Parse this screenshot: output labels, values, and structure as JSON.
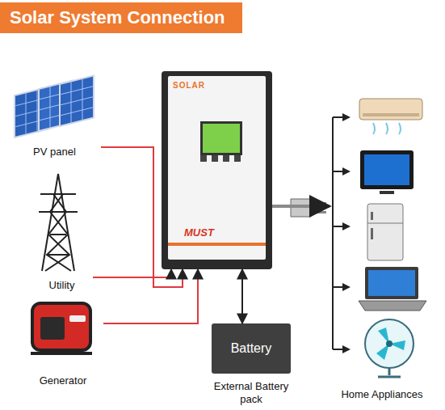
{
  "diagram": {
    "title": "Solar System Connection",
    "nodes": [
      {
        "text": [
          "PV panel"
        ]
      },
      {
        "text": [
          "Utility"
        ]
      },
      {
        "text": [
          "Generator"
        ]
      },
      {
        "text": [
          "SOLAR",
          "MUST"
        ]
      },
      {
        "text": [
          "Battery",
          "External Battery pack"
        ]
      },
      {
        "text": [
          "Home Appliances"
        ]
      }
    ],
    "edges": [
      {
        "from": 0,
        "to": 3,
        "arrow": "to"
      },
      {
        "from": 1,
        "to": 3,
        "arrow": "to"
      },
      {
        "from": 2,
        "to": 3,
        "arrow": "to"
      },
      {
        "from": 3,
        "to": 4,
        "arrow": "both"
      },
      {
        "from": 3,
        "to": 5,
        "arrow": "to"
      }
    ]
  }
}
